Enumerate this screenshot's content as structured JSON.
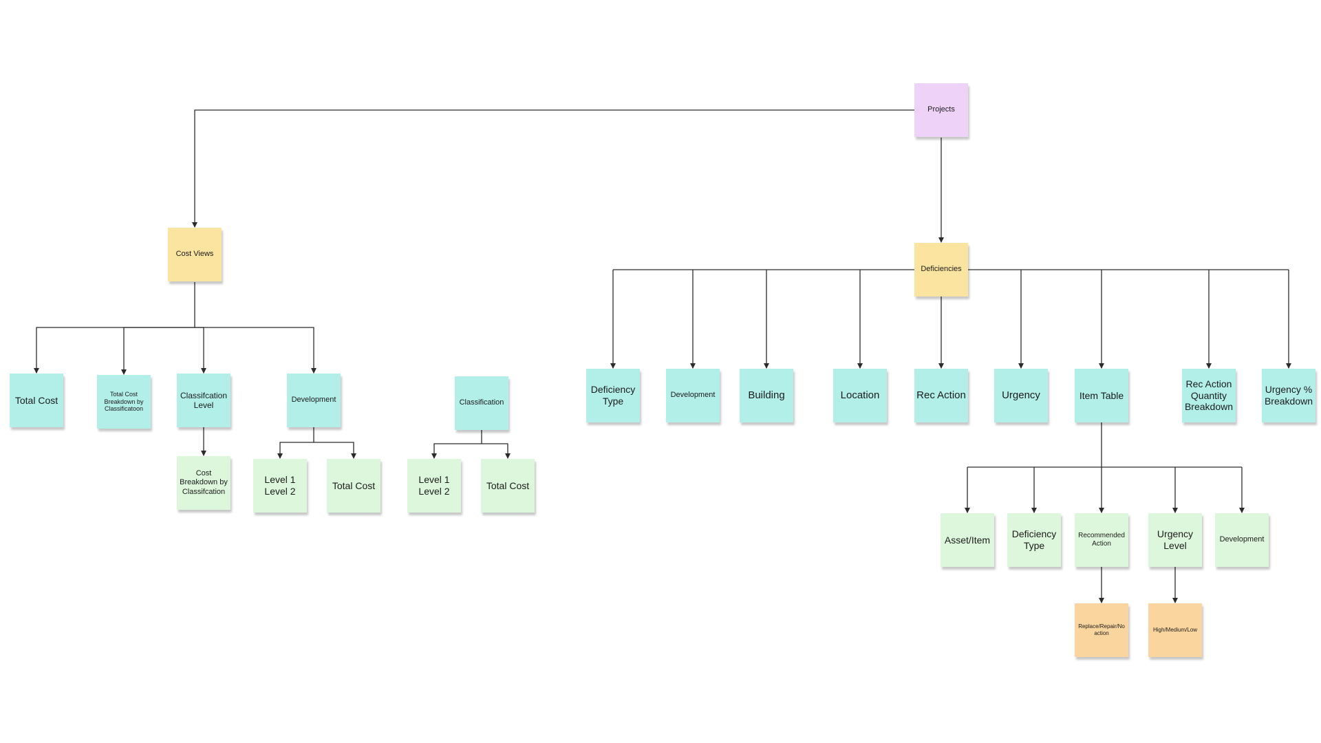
{
  "nodes": {
    "projects": "Projects",
    "cost_views": "Cost Views",
    "deficiencies": "Deficiencies",
    "cv_total_cost": "Total Cost",
    "cv_breakdown": "Total Cost Breakdown by Classificatoon",
    "cv_class_level": "Classifcation Level",
    "cv_development": "Development",
    "cv_cost_breakdown": "Cost Breakdown by Classifcation",
    "dev_levels": "Level 1\nLevel 2",
    "dev_total_cost": "Total Cost",
    "classification": "Classification",
    "cls_levels": "Level 1\nLevel 2",
    "cls_total_cost": "Total Cost",
    "d_deficiency_type": "Deficiency Type",
    "d_development": "Development",
    "d_building": "Building",
    "d_location": "Location",
    "d_rec_action": "Rec Action",
    "d_urgency": "Urgency",
    "d_item_table": "Item Table",
    "d_rec_action_qty": "Rec Action Quantity Breakdown",
    "d_urgency_pct": "Urgency % Breakdown",
    "it_asset_item": "Asset/Item",
    "it_deficiency_type": "Deficiency Type",
    "it_recommended_action": "Recommended Action",
    "it_urgency_level": "Urgency Level",
    "it_development": "Development",
    "ra_values": "Replace/Repair/No action",
    "ul_values": "High/Medium/Low"
  },
  "colors": {
    "purple": "#efd2f8",
    "yellow": "#fbe3a0",
    "teal": "#b2efe9",
    "green": "#dcf7dc",
    "orange": "#fad59e",
    "connector": "#2b2b2b"
  }
}
